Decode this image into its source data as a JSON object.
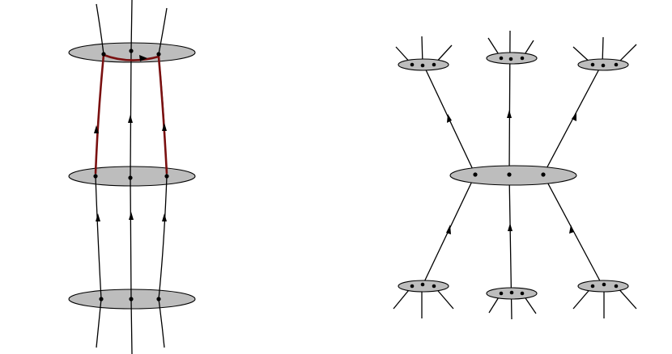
{
  "colors": {
    "disk_fill": "#bdbdbd",
    "strand": "#000000",
    "highlight_path": "#7a1010",
    "background": "#ffffff"
  },
  "figures": [
    {
      "name": "stacked-disks",
      "disks": 3,
      "strands": 3,
      "has_highlight_path": true
    },
    {
      "name": "branching-disks",
      "disks": 7,
      "strands_per_small_disk": 3
    }
  ]
}
